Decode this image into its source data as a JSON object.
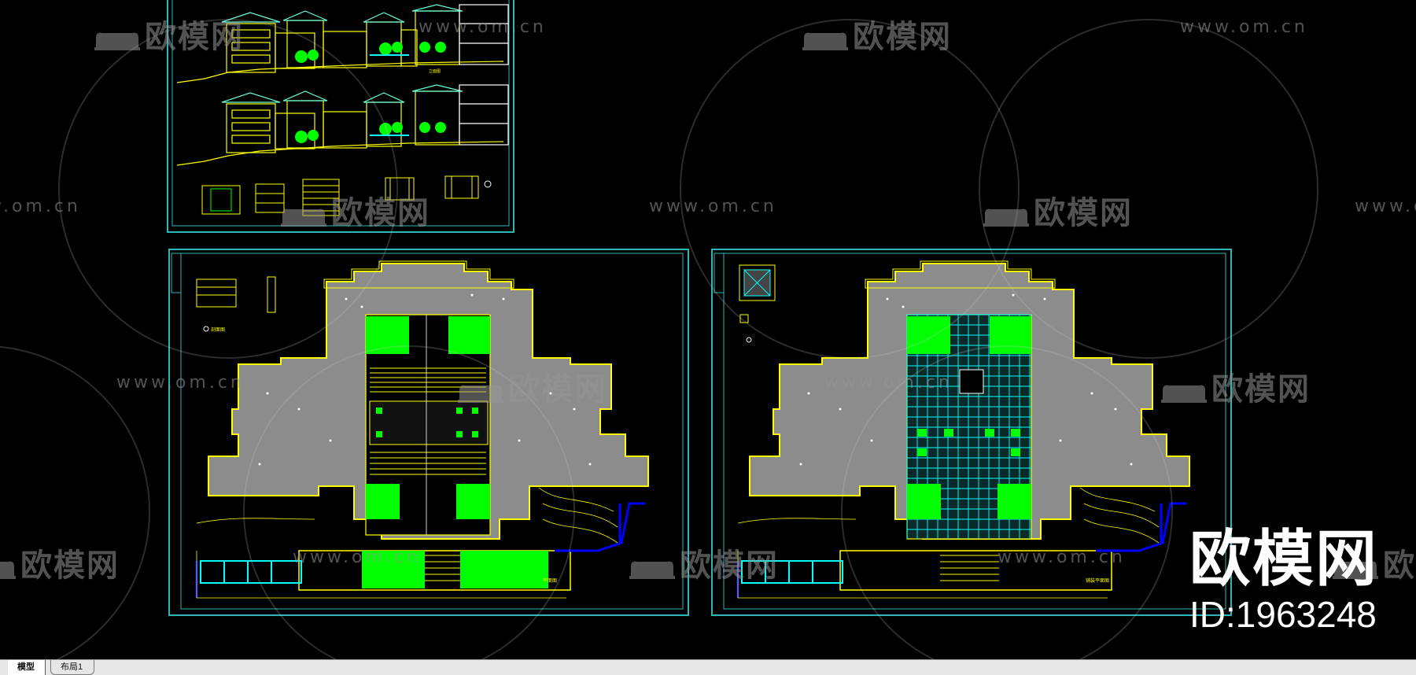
{
  "watermark": {
    "logo_text": "欧模网",
    "url_text": "www.om.cn"
  },
  "brand": {
    "name": "欧模网",
    "id": "ID:1963248"
  },
  "layout_tabs": [
    {
      "label": "模型",
      "active": true
    },
    {
      "label": "布局1",
      "active": false
    }
  ],
  "colors": {
    "background": "#000000",
    "frame": "#2bb7b7",
    "lines": "#ffff00",
    "floor_fill": "#8c8c8c",
    "planting": "#00ff00",
    "paving_grid": "#00ffff",
    "water_edge": "#0000ff"
  }
}
